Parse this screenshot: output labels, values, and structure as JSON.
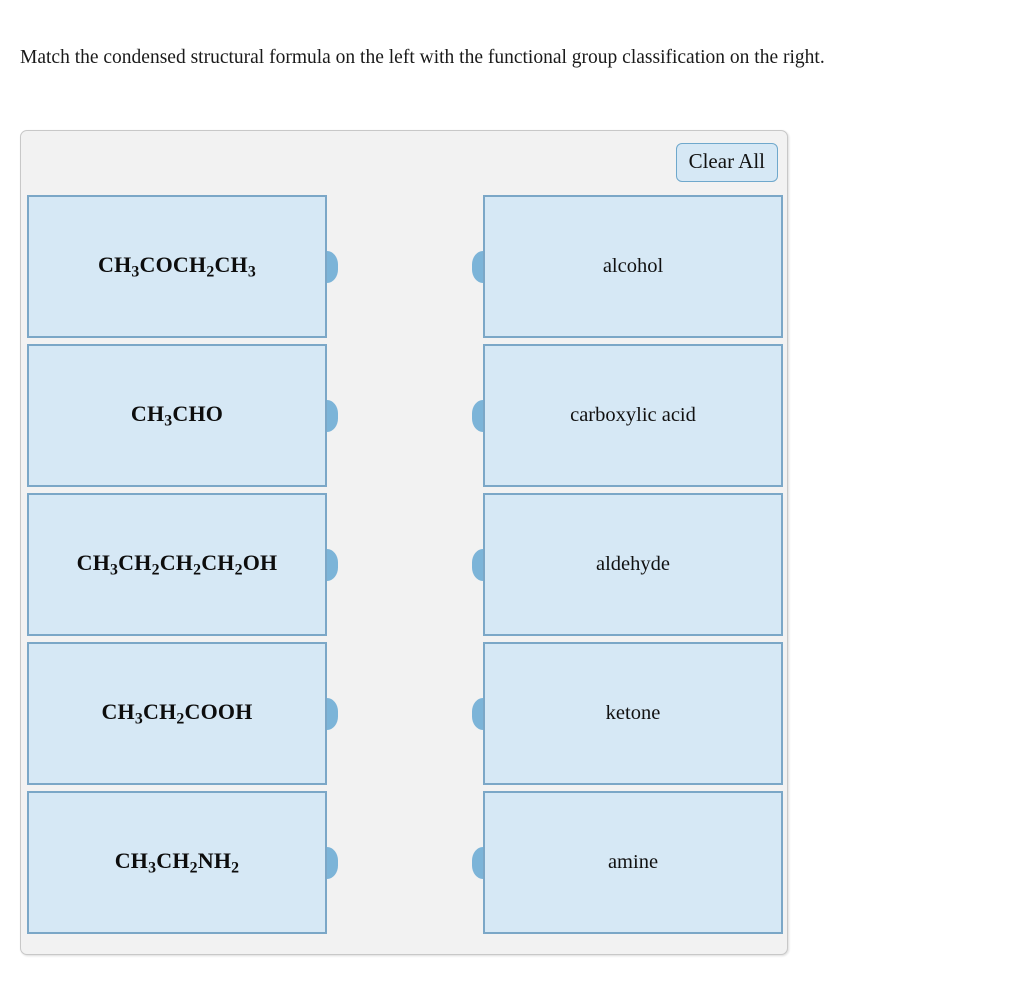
{
  "prompt": "Match the condensed structural formula on the left with the functional group classification on the right.",
  "toolbar": {
    "clear_all_label": "Clear All"
  },
  "colors": {
    "tile_fill": "#d6e8f5",
    "tile_border": "#7ba7c7",
    "connector": "#7cb4d8",
    "panel_background": "#f2f2f2",
    "panel_border": "#c8c8c8",
    "page_background": "#ffffff",
    "text": "#111111"
  },
  "left_column": {
    "name": "condensed-structural-formulas",
    "items": [
      {
        "html": "CH<sub>3</sub>COCH<sub>2</sub>CH<sub>3</sub>",
        "text": "CH3COCH2CH3"
      },
      {
        "html": "CH<sub>3</sub>CHO",
        "text": "CH3CHO"
      },
      {
        "html": "CH<sub>3</sub>CH<sub>2</sub>CH<sub>2</sub>CH<sub>2</sub>OH",
        "text": "CH3CH2CH2CH2OH"
      },
      {
        "html": "CH<sub>3</sub>CH<sub>2</sub>COOH",
        "text": "CH3CH2COOH"
      },
      {
        "html": "CH<sub>3</sub>CH<sub>2</sub>NH<sub>2</sub>",
        "text": "CH3CH2NH2"
      }
    ]
  },
  "right_column": {
    "name": "functional-group-classifications",
    "items": [
      {
        "label": "alcohol"
      },
      {
        "label": "carboxylic acid"
      },
      {
        "label": "aldehyde"
      },
      {
        "label": "ketone"
      },
      {
        "label": "amine"
      }
    ]
  }
}
